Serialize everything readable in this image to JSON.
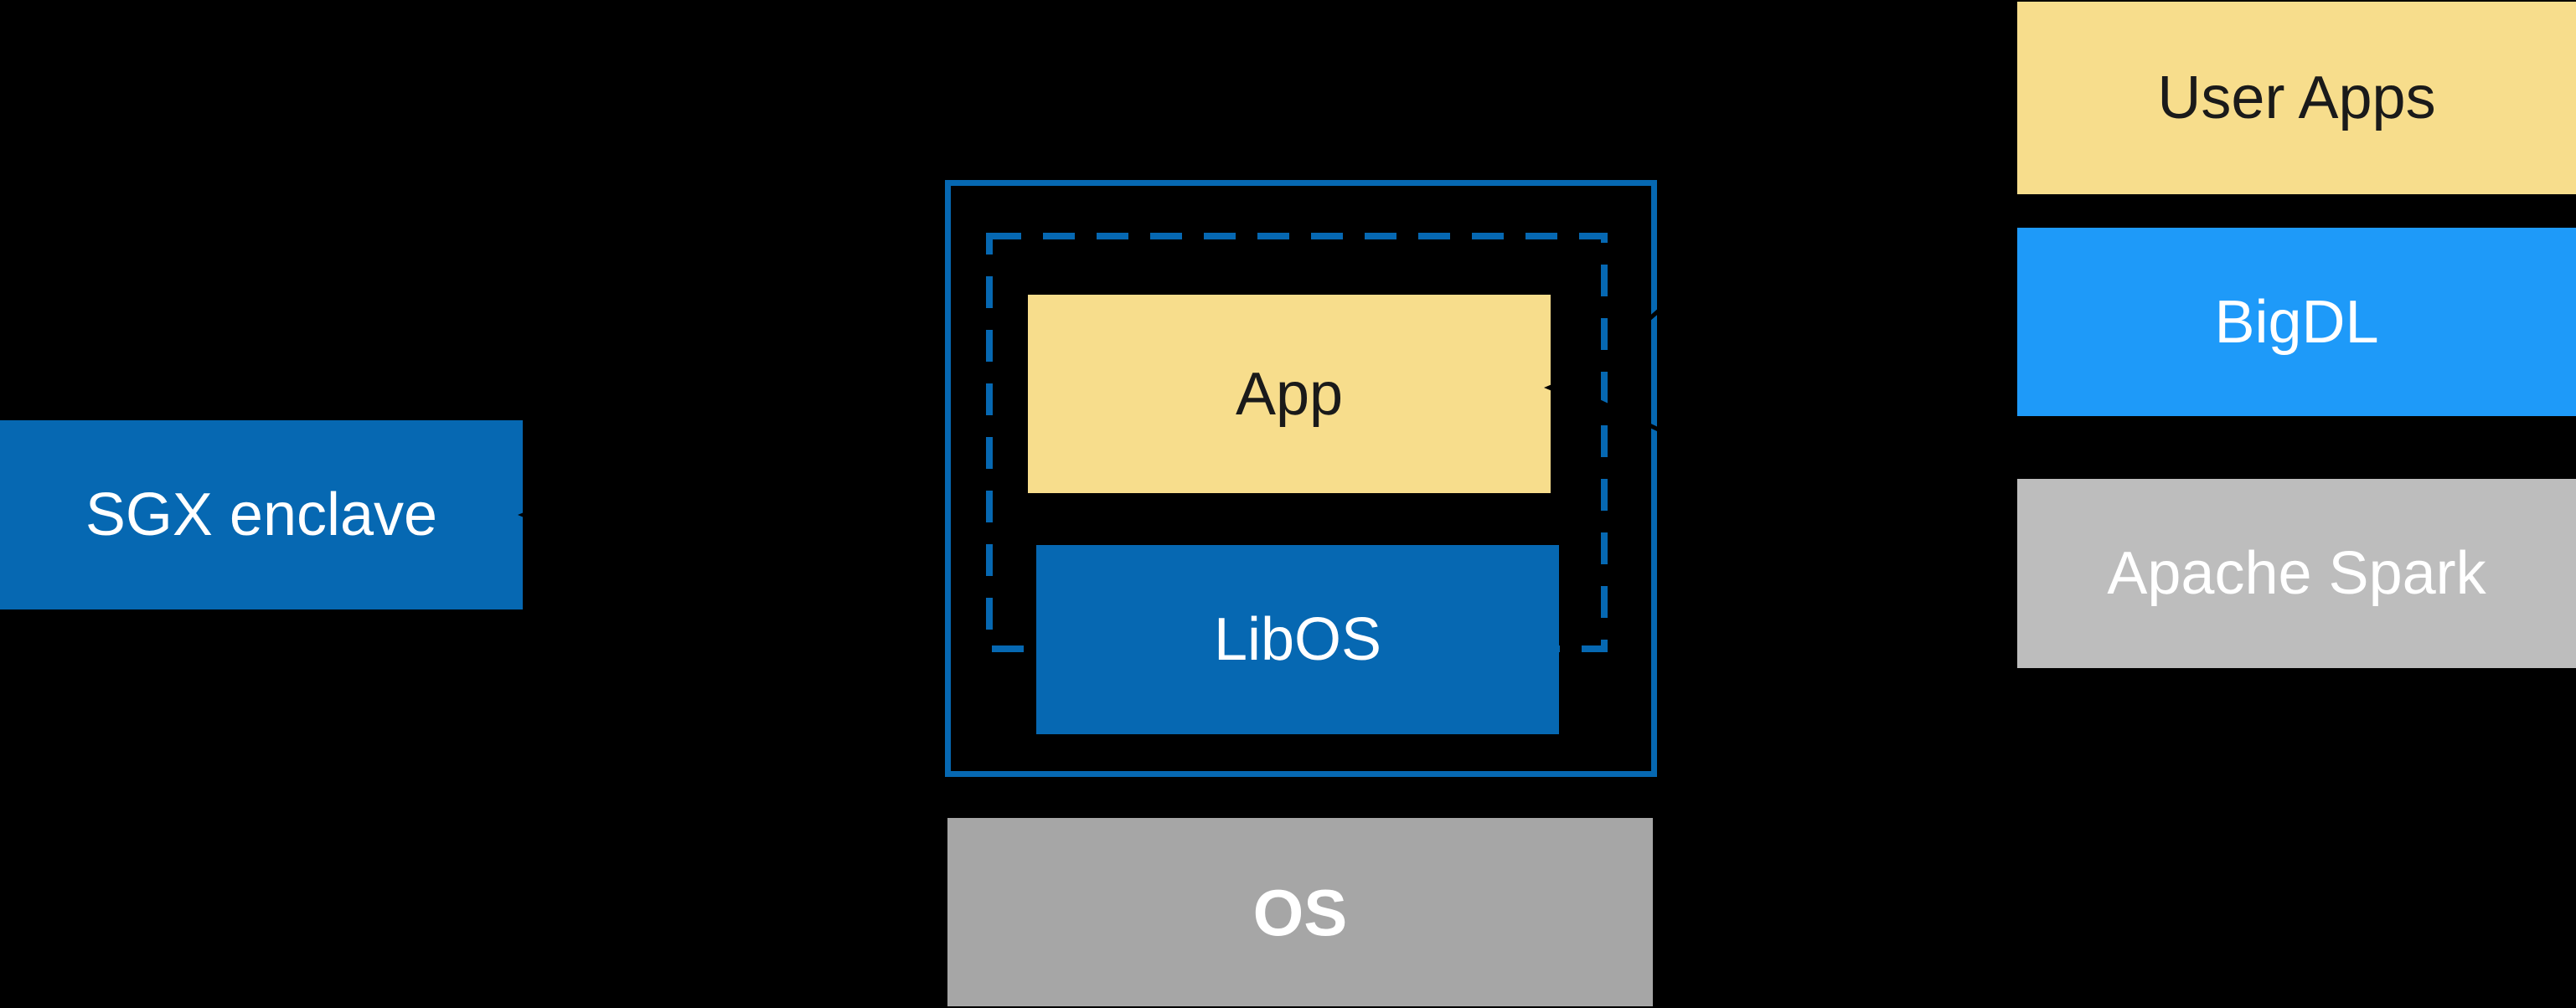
{
  "diagram": {
    "background": "#000000",
    "sgx": {
      "label": "SGX enclave"
    },
    "enclave": {
      "app_label": "App",
      "libos_label": "LibOS"
    },
    "os": {
      "label": "OS"
    },
    "stack": [
      {
        "label": "User Apps",
        "color": "#F7DD8C",
        "text_color": "#1A1A1A"
      },
      {
        "label": "BigDL",
        "color": "#1E9AF9",
        "text_color": "#FFFFFF"
      },
      {
        "label": "Apache Spark",
        "color": "#BDBDBD",
        "text_color": "#FFFFFF"
      }
    ],
    "colors": {
      "intel_blue": "#0668B2",
      "bright_blue": "#1E9AF9",
      "yellow": "#F7DD8C",
      "gray_os": "#A6A6A6",
      "gray_spark": "#BDBDBD",
      "arrow_black": "#000000",
      "text_white": "#FFFFFF",
      "text_black": "#1A1A1A"
    }
  }
}
